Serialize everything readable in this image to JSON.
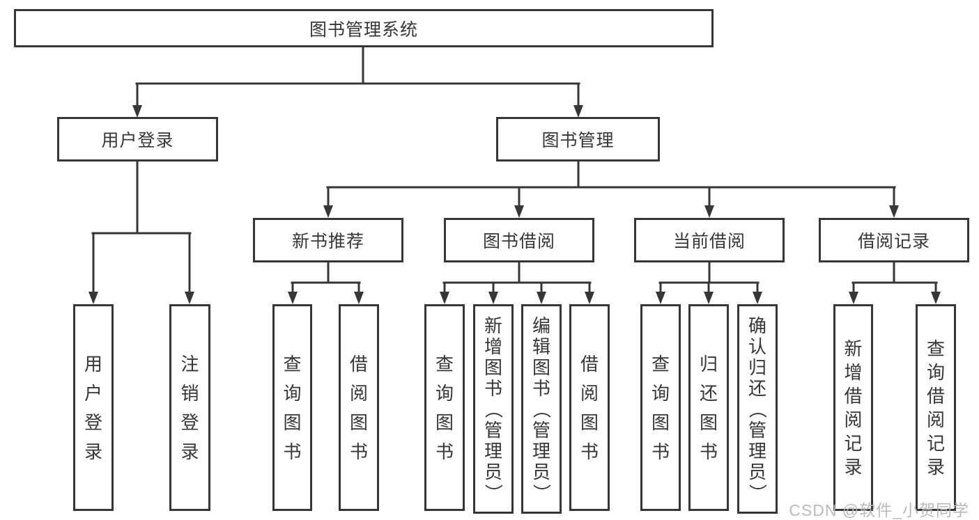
{
  "nodes": {
    "root": "图书管理系统",
    "userLogin": "用户登录",
    "bookManagement": "图书管理",
    "newBookRecommendation": "新书推荐",
    "bookBorrowing": "图书借阅",
    "currentBorrowing": "当前借阅",
    "borrowingRecords": "借阅记录",
    "leaves": {
      "userLogin": [
        "用户登录",
        "注销登录"
      ],
      "newBookRecommendation": [
        "查询图书",
        "借阅图书"
      ],
      "bookBorrowing": [
        "查询图书",
        "新增图书（管理员）",
        "编辑图书（管理员）",
        "借阅图书"
      ],
      "currentBorrowing": [
        "查询图书",
        "归还图书",
        "确认归还（管理员）"
      ],
      "borrowingRecords": [
        "新增借阅记录",
        "查询借阅记录"
      ]
    }
  },
  "watermark": "CSDN @软件_小贺同学",
  "colors": {
    "line": "#363636",
    "border": "#363636",
    "text": "#333333",
    "background": "#ffffff",
    "watermark": "#b2b7bc"
  }
}
